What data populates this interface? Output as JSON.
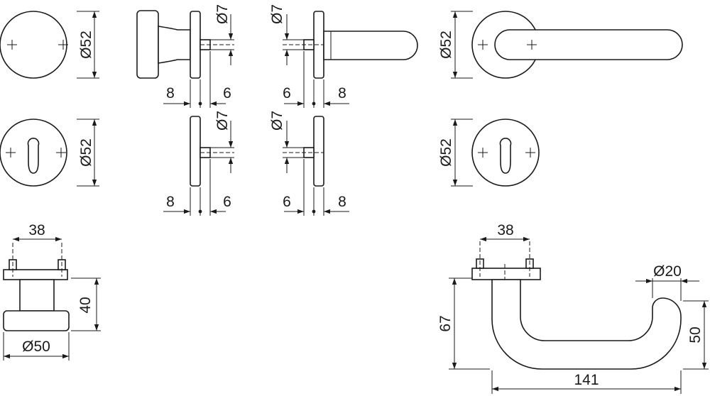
{
  "rose_top": {
    "dia": "Ø52"
  },
  "rose_bottom": {
    "dia": "Ø52"
  },
  "knob_side": {
    "left": "8",
    "right": "6",
    "spindle": "Ø7"
  },
  "lever_side_top": {
    "left": "6",
    "right": "8",
    "spindle": "Ø7"
  },
  "escutcheon_side_left": {
    "left": "8",
    "right": "6",
    "spindle": "Ø7"
  },
  "escutcheon_side_right": {
    "left": "6",
    "right": "8",
    "spindle": "Ø7"
  },
  "lever_front": {
    "dia": "Ø52"
  },
  "escutcheon_front_right": {
    "dia": "Ø52"
  },
  "knob_profile": {
    "width": "38",
    "height": "40",
    "dia": "Ø50"
  },
  "lever_profile": {
    "width": "38",
    "dia": "Ø20",
    "height": "67",
    "length": "141",
    "projection": "50"
  }
}
